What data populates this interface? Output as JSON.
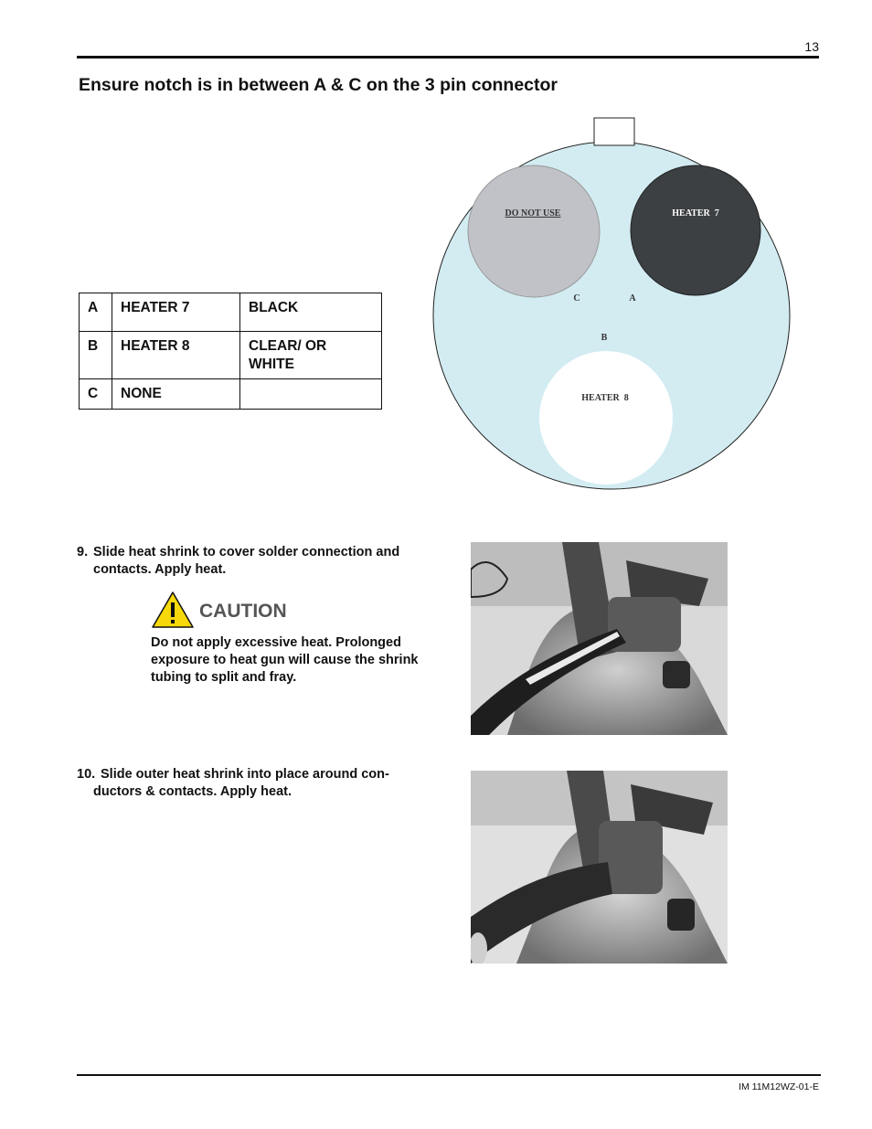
{
  "page": {
    "number": "13",
    "doc_id": "IM 11M12WZ-01-E"
  },
  "title": "Ensure notch is in between A & C on the 3 pin connector",
  "pin_table": {
    "rows": [
      {
        "pin": "A",
        "function": "HEATER 7",
        "color": "BLACK"
      },
      {
        "pin": "B",
        "function": "HEATER 8",
        "color": "CLEAR/ OR WHITE"
      },
      {
        "pin": "C",
        "function": "NONE",
        "color": ""
      }
    ]
  },
  "connector_diagram": {
    "pins": {
      "do_not_use": "DO NOT USE",
      "heater7": "HEATER  7",
      "heater8": "HEATER  8"
    },
    "letters": {
      "a": "A",
      "b": "B",
      "c": "C"
    },
    "colors": {
      "face": "#d2ecf2",
      "grey_pin": "#c0c2c7",
      "dark_pin": "#3c4043",
      "white_pin": "#ffffff"
    }
  },
  "steps": [
    {
      "num": "9.",
      "line1": "Slide heat shrink to cover solder connection and",
      "line2": "contacts. Apply heat."
    },
    {
      "num": "10.",
      "line1": "Slide outer heat shrink into place around con-",
      "line2": "ductors & contacts. Apply heat."
    }
  ],
  "caution": {
    "word": "CAUTION",
    "text": "Do not apply excessive heat. Prolonged exposure to heat gun will cause the shrink tubing to split and fray.",
    "icon": "warning-triangle-icon",
    "icon_color": "#f5d90a"
  }
}
